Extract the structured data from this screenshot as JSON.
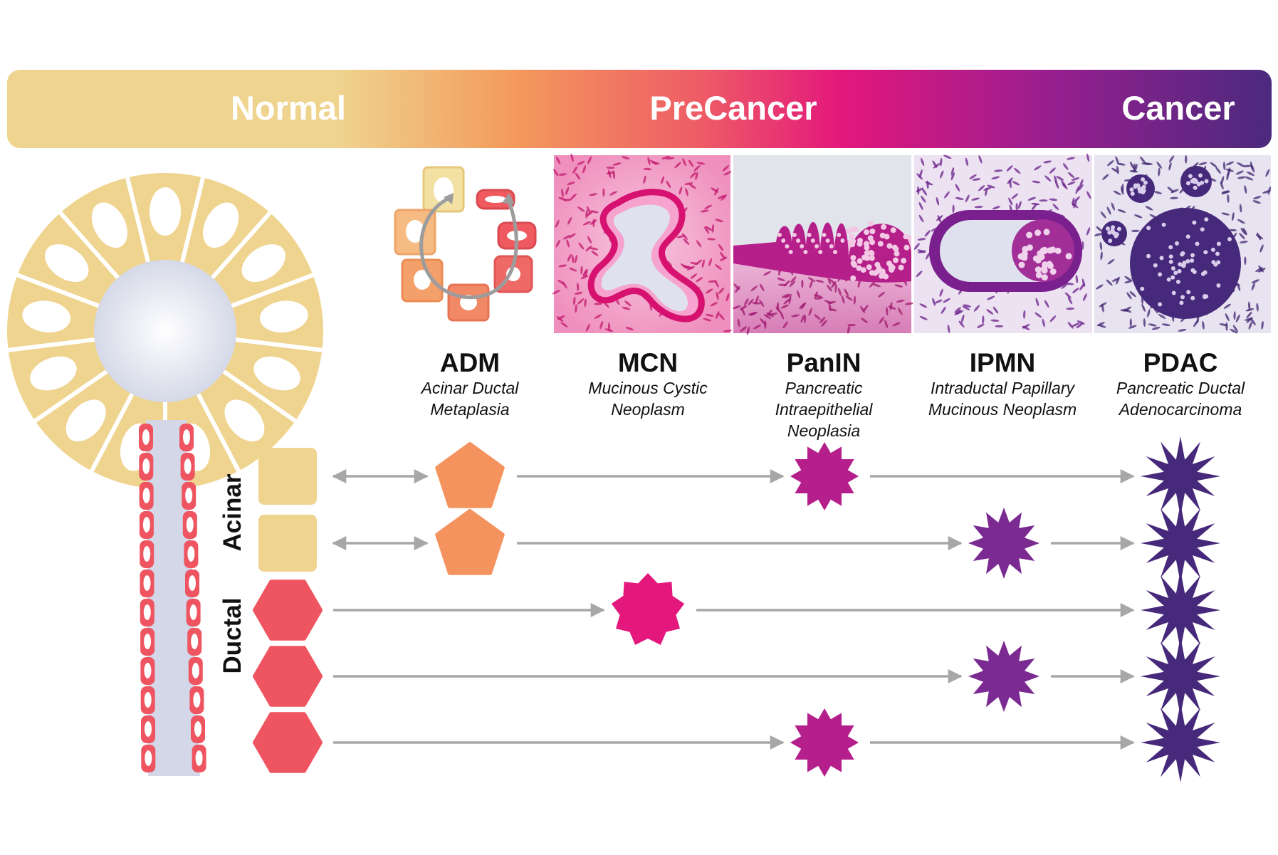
{
  "banner": {
    "normal": "Normal",
    "precancer": "PreCancer",
    "cancer": "Cancer",
    "colors": [
      "#efd48f",
      "#f39a5c",
      "#ee5b66",
      "#e3177c",
      "#9a1e8f",
      "#4b2a7d"
    ]
  },
  "stages": [
    {
      "abbr": "ADM",
      "full": "Acinar Ductal\nMetaplasia"
    },
    {
      "abbr": "MCN",
      "full": "Mucinous Cystic\nNeoplasm"
    },
    {
      "abbr": "PanIN",
      "full": "Pancreatic\nIntraepithelial\nNeoplasia"
    },
    {
      "abbr": "IPMN",
      "full": "Intraductal Papillary\nMucinous Neoplasm"
    },
    {
      "abbr": "PDAC",
      "full": "Pancreatic Ductal\nAdenocarcinoma"
    }
  ],
  "lineages": {
    "acinar": "Acinar",
    "ductal": "Ductal"
  },
  "pathways": [
    {
      "origin": "acinar",
      "steps": [
        "ADM",
        "PanIN",
        "PDAC"
      ]
    },
    {
      "origin": "acinar",
      "steps": [
        "ADM",
        "IPMN",
        "PDAC"
      ]
    },
    {
      "origin": "ductal",
      "steps": [
        "MCN",
        "PDAC"
      ]
    },
    {
      "origin": "ductal",
      "steps": [
        "IPMN",
        "PDAC"
      ]
    },
    {
      "origin": "ductal",
      "steps": [
        "PanIN",
        "PDAC"
      ]
    }
  ],
  "colors": {
    "acinar": "#efd48f",
    "adm": "#f4935e",
    "ductal": "#ee5561",
    "mcn": "#e3177c",
    "panin": "#b41f8c",
    "ipmn": "#7b2a92",
    "pdac": "#46297a",
    "arrow": "#a7a7a7",
    "lumen": "#dfe2ee"
  }
}
